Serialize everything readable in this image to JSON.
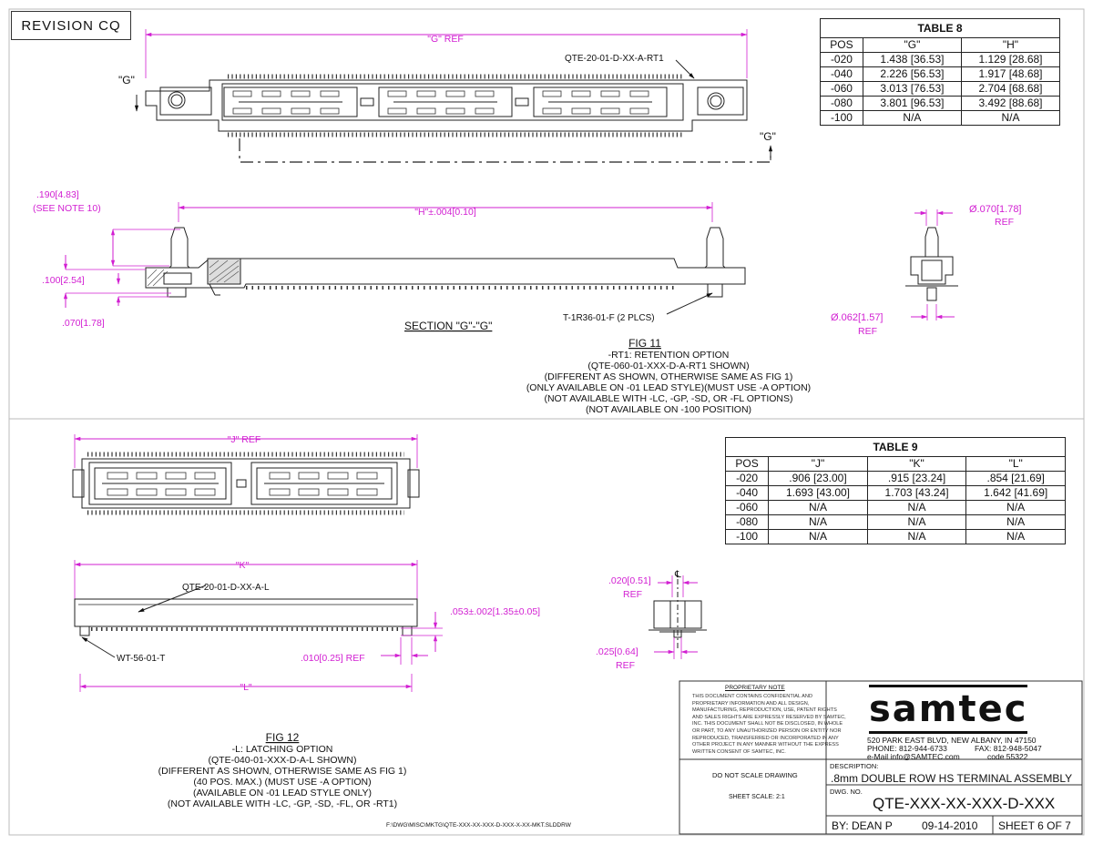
{
  "revision": "REVISION  CQ",
  "fig11": {
    "g_ref": "\"G\" REF",
    "part_label": "QTE-20-01-D-XX-A-RT1",
    "section_mark": "\"G\"",
    "h_dim": "\"H\"±.004[0.10]",
    "dim_190": ".190[4.83]",
    "see_note": "(SEE NOTE 10)",
    "dim_100": ".100[2.54]",
    "dim_070": ".070[1.78]",
    "section_label": "SECTION \"G\"-\"G\"",
    "post_label": "T-1R36-01-F (2 PLCS)",
    "dia_070": "Ø.070[1.78]",
    "ref": "REF",
    "dia_062": "Ø.062[1.57]",
    "title": "FIG 11",
    "notes": [
      "-RT1: RETENTION OPTION",
      "(QTE-060-01-XXX-D-A-RT1 SHOWN)",
      "(DIFFERENT AS SHOWN, OTHERWISE SAME AS FIG 1)",
      "(ONLY AVAILABLE ON -01 LEAD STYLE)(MUST USE -A OPTION)",
      "(NOT AVAILABLE WITH -LC, -GP, -SD, OR -FL OPTIONS)",
      "(NOT AVAILABLE ON -100 POSITION)"
    ]
  },
  "table8": {
    "caption": "TABLE 8",
    "headers": [
      "POS",
      "\"G\"",
      "\"H\""
    ],
    "rows": [
      [
        "-020",
        "1.438 [36.53]",
        "1.129 [28.68]"
      ],
      [
        "-040",
        "2.226 [56.53]",
        "1.917 [48.68]"
      ],
      [
        "-060",
        "3.013 [76.53]",
        "2.704 [68.68]"
      ],
      [
        "-080",
        "3.801 [96.53]",
        "3.492 [88.68]"
      ],
      [
        "-100",
        "N/A",
        "N/A"
      ]
    ]
  },
  "table9": {
    "caption": "TABLE 9",
    "headers": [
      "POS",
      "\"J\"",
      "\"K\"",
      "\"L\""
    ],
    "rows": [
      [
        "-020",
        ".906 [23.00]",
        ".915 [23.24]",
        ".854 [21.69]"
      ],
      [
        "-040",
        "1.693 [43.00]",
        "1.703 [43.24]",
        "1.642 [41.69]"
      ],
      [
        "-060",
        "N/A",
        "N/A",
        "N/A"
      ],
      [
        "-080",
        "N/A",
        "N/A",
        "N/A"
      ],
      [
        "-100",
        "N/A",
        "N/A",
        "N/A"
      ]
    ]
  },
  "fig12": {
    "j_ref": "\"J\" REF",
    "k_dim": "\"K\"",
    "part_label": "QTE-20-01-D-XX-A-L",
    "dim_053": ".053±.002[1.35±0.05]",
    "dim_010": ".010[0.25] REF",
    "latch_label": "WT-56-01-T",
    "l_dim": "\"L\"",
    "dim_020": ".020[0.51]",
    "dim_025": ".025[0.64]",
    "ref": "REF",
    "cl": "℄",
    "title": "FIG 12",
    "notes": [
      "-L: LATCHING OPTION",
      "(QTE-040-01-XXX-D-A-L SHOWN)",
      "(DIFFERENT AS SHOWN, OTHERWISE SAME AS FIG 1)",
      "(40 POS. MAX.) (MUST USE -A OPTION)",
      "(AVAILABLE ON -01 LEAD STYLE ONLY)",
      "(NOT AVAILABLE WITH -LC, -GP, -SD, -FL, OR -RT1)"
    ]
  },
  "file_path": "F:\\DWG\\MISC\\MKTG\\QTE-XXX-XX-XXX-D-XXX-X-XX-MKT.SLDDRW",
  "title_block": {
    "proprietary_title": "PROPRIETARY NOTE",
    "proprietary_lines": [
      "THIS DOCUMENT CONTAINS CONFIDENTIAL AND",
      "PROPRIETARY INFORMATION AND ALL DESIGN,",
      "MANUFACTURING, REPRODUCTION, USE, PATENT RIGHTS",
      "AND SALES RIGHTS ARE EXPRESSLY RESERVED BY SAMTEC,",
      "INC. THIS DOCUMENT SHALL NOT BE DISCLOSED, IN WHOLE",
      "OR PART, TO ANY UNAUTHORIZED PERSON OR ENTITY NOR",
      "REPRODUCED, TRANSFERRED OR INCORPORATED IN ANY",
      "OTHER PROJECT IN ANY MANNER WITHOUT THE EXPRESS",
      "WRITTEN CONSENT OF SAMTEC, INC."
    ],
    "logo": "samtec",
    "address": "520 PARK EAST BLVD, NEW ALBANY, IN 47150",
    "phone": "PHONE: 812-944-6733",
    "fax": "FAX: 812-948-5047",
    "email": "e-Mail  info@SAMTEC.com",
    "code": "code  55322",
    "do_not_scale": "DO NOT SCALE DRAWING",
    "sheet_scale": "SHEET SCALE: 2:1",
    "description_label": "DESCRIPTION:",
    "description": ".8mm DOUBLE ROW HS TERMINAL ASSEMBLY",
    "dwg_label": "DWG. NO.",
    "dwg_no": "QTE-XXX-XX-XXX-D-XXX",
    "by": "BY:  DEAN P",
    "date": "09-14-2010",
    "sheet": "SHEET 6 OF 7"
  }
}
